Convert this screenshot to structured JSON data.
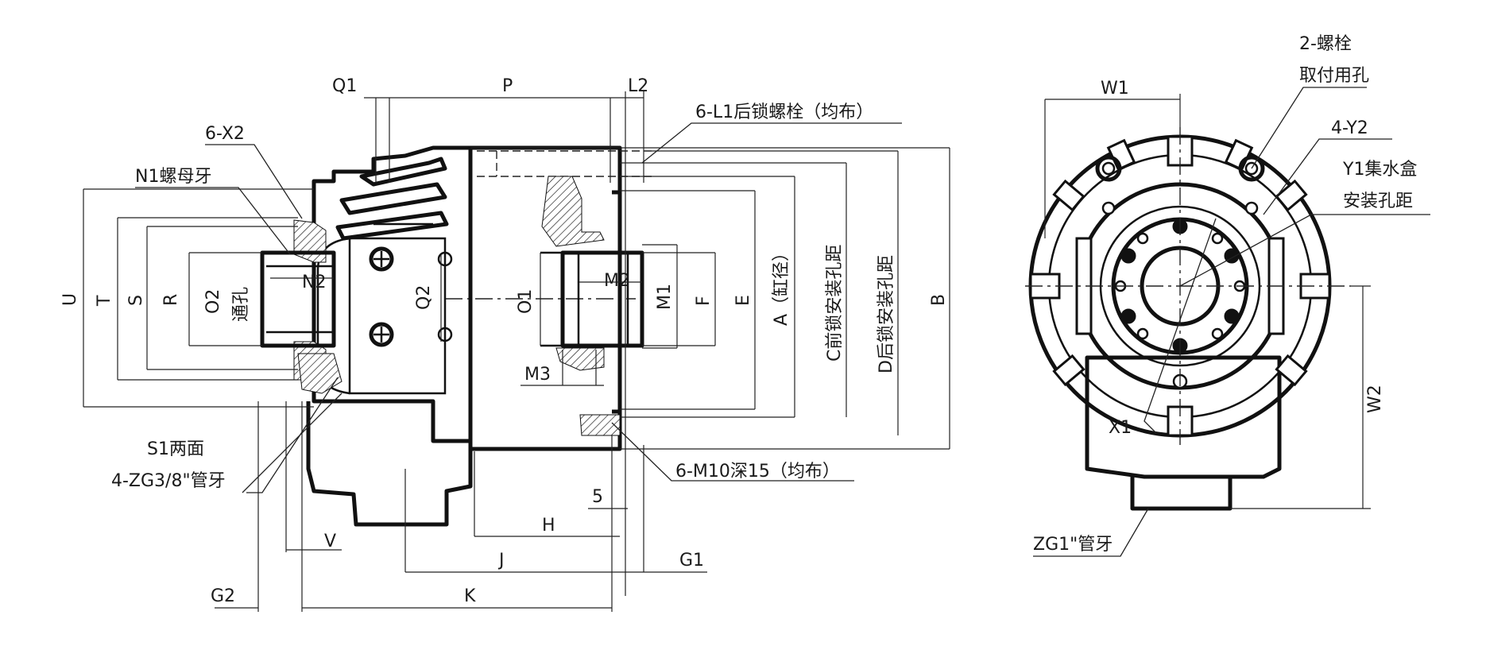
{
  "side_view": {
    "labels": {
      "Q1": "Q1",
      "P": "P",
      "L2": "L2",
      "L1_bolt": "6-L1后锁螺栓（均布）",
      "X2": "6-X2",
      "N1": "N1螺母牙",
      "U": "U",
      "T": "T",
      "S": "S",
      "R": "R",
      "O2": "O2",
      "through_hole": "通孔",
      "N2": "N2",
      "Q2": "Q2",
      "O1": "O1",
      "M2": "M2",
      "M1": "M1",
      "F": "F",
      "E": "E",
      "A": "A（缸径）",
      "C": "C前锁安装孔距",
      "D": "D后锁安装孔距",
      "B": "B",
      "M3": "M3",
      "S1": "S1两面",
      "ZG38": "4-ZG3/8\"管牙",
      "M10": "6-M10深15（均布）",
      "five": "5",
      "H": "H",
      "V": "V",
      "J": "J",
      "G1": "G1",
      "G2": "G2",
      "K": "K"
    }
  },
  "front_view": {
    "labels": {
      "bolt2_line1": "2-螺栓",
      "bolt2_line2": "取付用孔",
      "W1": "W1",
      "Y2": "4-Y2",
      "Y1_line1": "Y1集水盒",
      "Y1_line2": "安装孔距",
      "W2": "W2",
      "X1": "X1",
      "ZG1": "ZG1\"管牙"
    }
  }
}
